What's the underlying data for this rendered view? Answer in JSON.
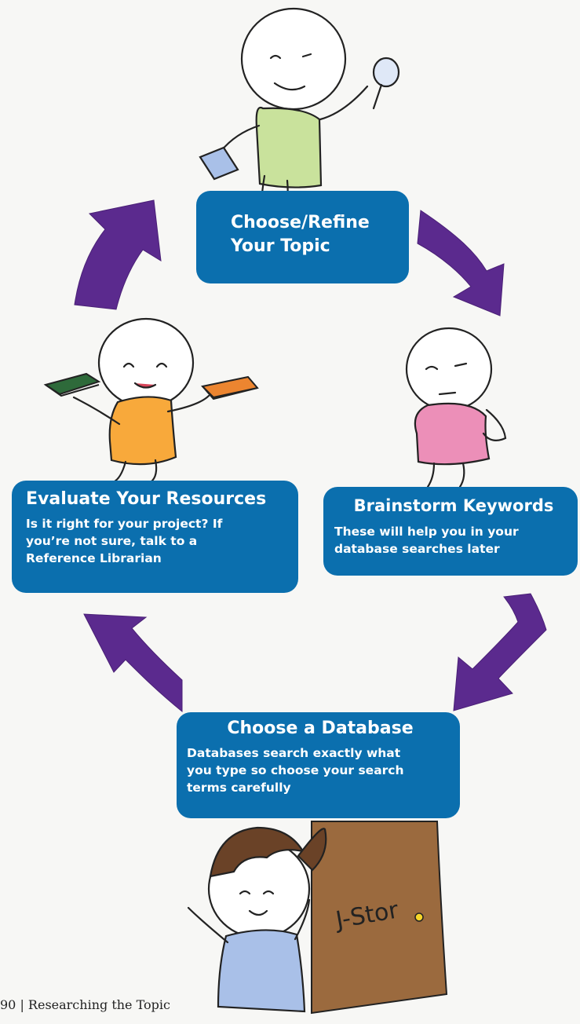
{
  "steps": {
    "topic": {
      "title_line1": "Choose/Refine",
      "title_line2": "Your Topic"
    },
    "brainstorm": {
      "title": "Brainstorm Keywords",
      "desc_line1": "These will help you in your",
      "desc_line2": "database searches later"
    },
    "database": {
      "title": "Choose a Database",
      "desc_line1": "Databases search exactly what",
      "desc_line2": "you type so choose your search",
      "desc_line3": "terms carefully"
    },
    "evaluate": {
      "title": "Evaluate Your Resources",
      "desc_line1": "Is it right for your project? If",
      "desc_line2": "you’re not sure, talk to a",
      "desc_line3": "Reference Librarian"
    }
  },
  "door_label": "J-Stor",
  "footer": "90 | Researching the Topic",
  "colors": {
    "box": "#0b6fae",
    "arrow": "#5b2a8e",
    "green_shirt": "#c9e29c",
    "pink_shirt": "#ec8fb8",
    "orange_shirt": "#f8a93b",
    "blue_shirt": "#a9c0e8",
    "door": "#9b6a3e",
    "green_book": "#2e6a3a",
    "orange_book": "#ec8530",
    "blue_book": "#a9c0e8"
  }
}
